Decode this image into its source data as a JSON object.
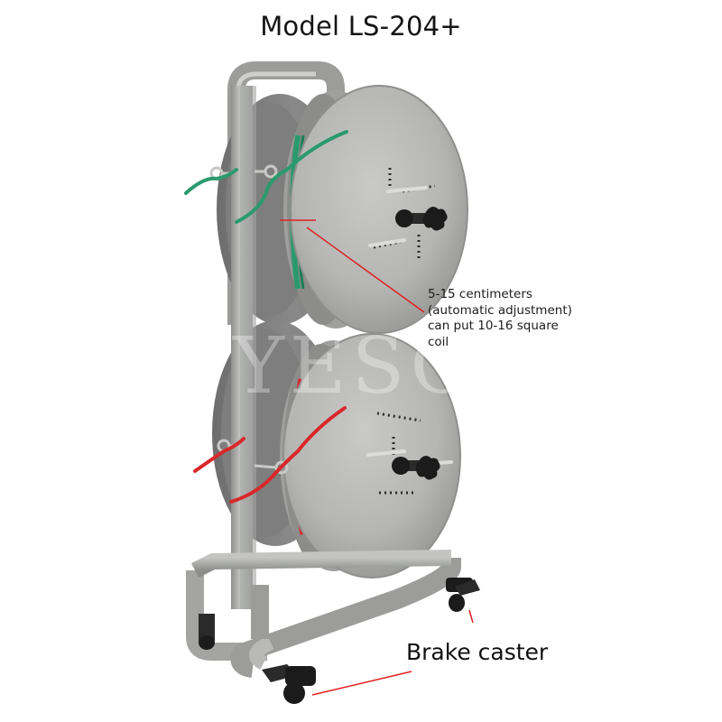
{
  "title": "Model LS-204+",
  "callout": {
    "line1": "5-15 centimeters",
    "line2": "(automatic adjustment)",
    "line3": "can put 10-16 square",
    "line4": "coil"
  },
  "brake_label": "Brake caster",
  "watermark": "YESO",
  "colors": {
    "frame": "#a9aaa8",
    "reel": "#b3b4b2",
    "wire_green": "#2a9a6e",
    "wire_red": "#d8282b",
    "knob": "#1b1b1b",
    "arrow": "#e02020"
  }
}
